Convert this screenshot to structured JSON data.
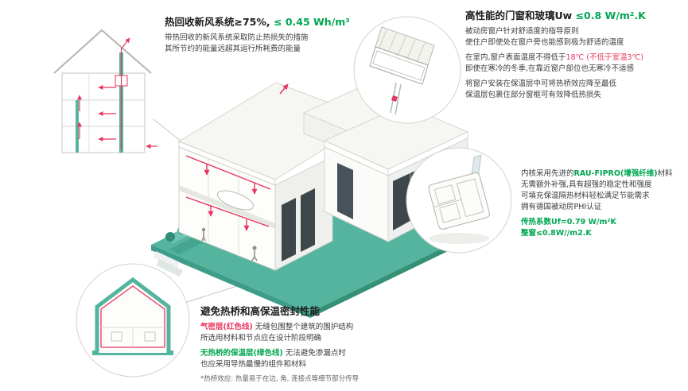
{
  "colors": {
    "green": "#00a651",
    "red": "#e8355f",
    "teal": "#54b49e",
    "dark": "#222222"
  },
  "ventilation": {
    "title_black": "热回收新风系统≥75%, ",
    "title_green": "≤ 0.45 Wh/m³",
    "line1": "带热回收的新风系统采取防止热损失的措施",
    "line2": "其所节约的能量远超其运行所耗费的能量"
  },
  "windows": {
    "title_black": "高性能的门窗和玻璃Uw ",
    "title_green": "≤0.8 W/m².K",
    "line1": "被动房窗户针对舒适度的指导原则",
    "line2": "使住户即使处在窗户旁也能感到极为舒适的温度",
    "line3_pre": "在室内,窗户表面温度不得低于",
    "line3_red": "18℃ (不低于室温3℃)",
    "line4": "即使在寒冷的冬季,在靠近窗户部位也无寒冷不适感",
    "line5": "将窗户安装在保温层中可将热桥效应降至最低",
    "line6": "保温层包裹住部分窗框可有效降低热损失"
  },
  "profile": {
    "line1_pre": "内核采用先进的",
    "line1_green": "RAU-FIPRO(增强纤维)",
    "line1_post": "材料",
    "line2": "无需额外补强,具有超强的稳定性和强度",
    "line3": "可填充保温隔热材料轻松满足节能需求",
    "line4": "拥有德国被动房PHI认证",
    "line5_green": "传热系数Uf=0.79 W/m²K",
    "line6_green": "整窗≤0.8W//m2.K"
  },
  "thermal": {
    "title": "避免热桥和高保温密封性能",
    "line1_red": "气密层(红色线)",
    "line1_rest": " 无缝包围整个建筑的围护结构",
    "line2": "所选用材料和节点应在设计阶段明确",
    "line3_green": "无热桥的保温层(绿色线)",
    "line3_rest": " 无法避免渗漏点时",
    "line4": "也应采用导热最慢的组件和材料",
    "footnote": "*热桥效应: 热量易于在边, 角, 连接点等细节部分传导"
  }
}
